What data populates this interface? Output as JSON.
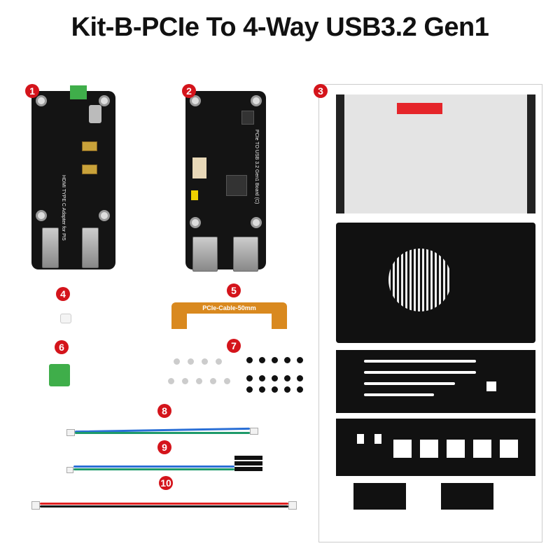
{
  "title": "Kit-B-PCIe To 4-Way USB3.2 Gen1",
  "items": [
    {
      "number": "1",
      "board_text": "HDMI TYPE C Adapter for PI5"
    },
    {
      "number": "2",
      "board_text": "PCIe TO USB 3.2 Gen1 Board (C)"
    },
    {
      "number": "3"
    },
    {
      "number": "4"
    },
    {
      "number": "5",
      "cable_text": "PCIe-Cable-50mm"
    },
    {
      "number": "6"
    },
    {
      "number": "7"
    },
    {
      "number": "8"
    },
    {
      "number": "9"
    },
    {
      "number": "10"
    }
  ],
  "colors": {
    "badge": "#d4141b",
    "board": "#141414",
    "cable": "#d9891f",
    "terminal": "#3fae4a"
  }
}
